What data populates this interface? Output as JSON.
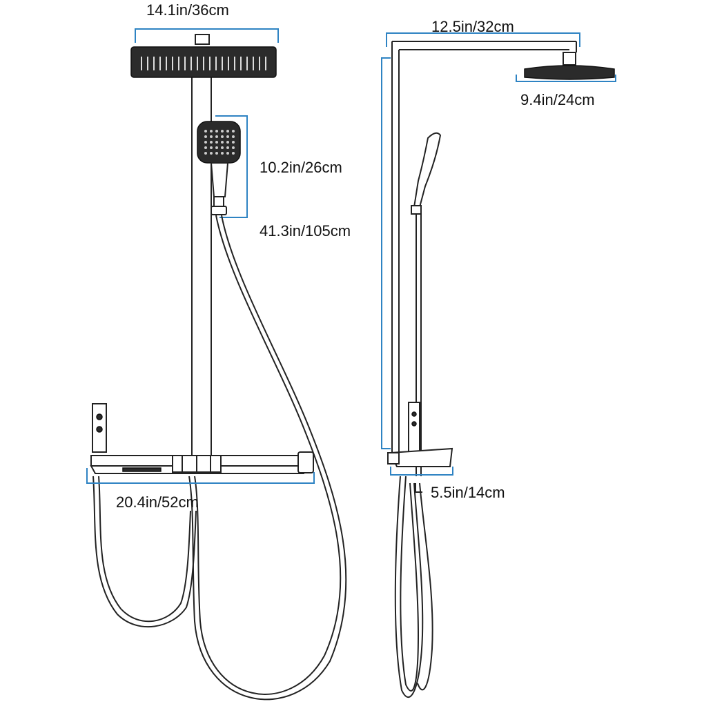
{
  "diagram": {
    "front_view": {
      "head_width": "14.1in/36cm",
      "handheld_height": "10.2in/26cm",
      "shelf_width": "20.4in/52cm",
      "pipe_height": "41.3in/105cm"
    },
    "side_view": {
      "arm_length": "12.5in/32cm",
      "head_diameter": "9.4in/24cm",
      "depth": "5.5in/14cm"
    },
    "colors": {
      "dimension": "#2e83c3",
      "ink": "#222222"
    }
  }
}
